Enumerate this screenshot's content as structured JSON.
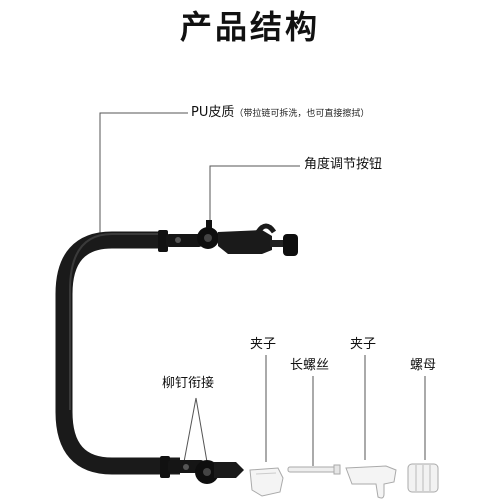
{
  "title": "产品结构",
  "callouts": {
    "pu_leather": {
      "label": "PU皮质",
      "note": "（带拉链可拆洗，也可直接擦拭）"
    },
    "angle_button": {
      "label": "角度调节按钮"
    },
    "rivet_joint": {
      "label": "柳钉衔接"
    },
    "clip_1": {
      "label": "夹子"
    },
    "long_screw": {
      "label": "长螺丝"
    },
    "clip_2": {
      "label": "夹子"
    },
    "nut": {
      "label": "螺母"
    }
  },
  "colors": {
    "product": "#1a1a1a",
    "leader_line": "#555555",
    "part_fill": "#f4f4f4",
    "part_stroke": "#aaaaaa"
  }
}
